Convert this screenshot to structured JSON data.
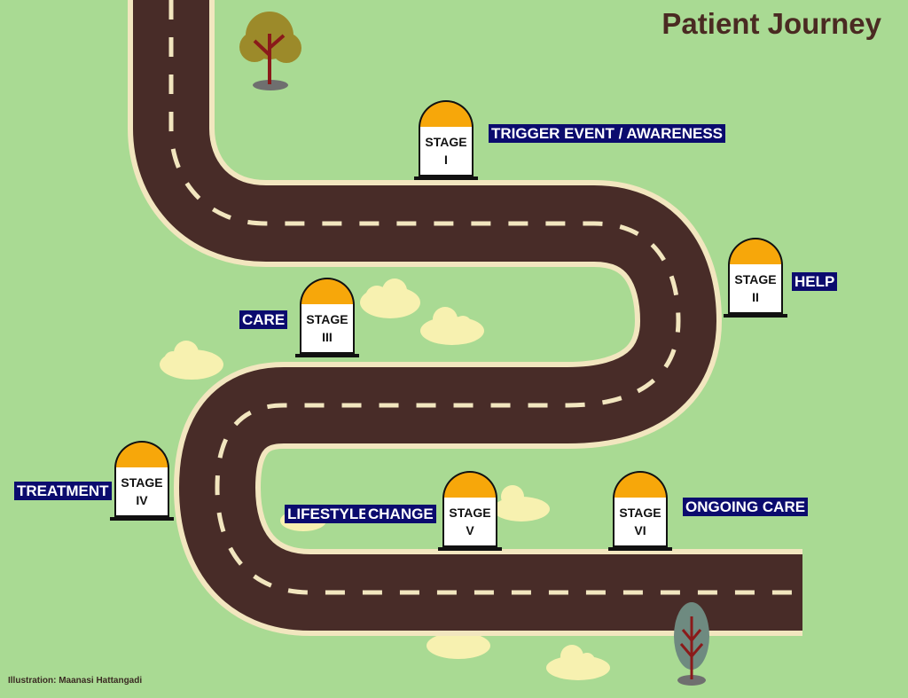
{
  "title": "Patient Journey",
  "credit": "Illustration:  Maanasi Hattangadi",
  "stages": [
    {
      "stage_word": "STAGE",
      "numeral": "I",
      "label": "TRIGGER EVENT / AWARENESS"
    },
    {
      "stage_word": "STAGE",
      "numeral": "II",
      "label": "HELP"
    },
    {
      "stage_word": "STAGE",
      "numeral": "III",
      "label": "CARE"
    },
    {
      "stage_word": "STAGE",
      "numeral": "IV",
      "label": "TREATMENT"
    },
    {
      "stage_word": "STAGE",
      "numeral": "V",
      "label_part1": "LIFESTYLE",
      "label_part2": "CHANGE"
    },
    {
      "stage_word": "STAGE",
      "numeral": "VI",
      "label": "ONGOING CARE"
    }
  ],
  "colors": {
    "background": "#a9da93",
    "road": "#482c28",
    "road_edge": "#f2e6bf",
    "milestone_cap": "#f7a70a",
    "label_bg": "#0b0b6e",
    "cloud": "#f7f1b0",
    "tree_round": "#9c8a2a",
    "tree_tall": "#6e8a80"
  }
}
